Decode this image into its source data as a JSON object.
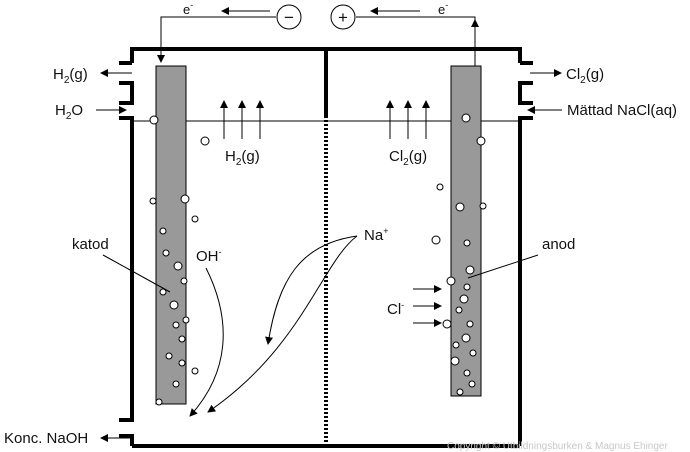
{
  "circuit": {
    "left_electron": "e",
    "left_electron_sup": "-",
    "right_electron": "e",
    "right_electron_sup": "-",
    "minus_sign": "−",
    "plus_sign": "+"
  },
  "labels": {
    "h2_out": {
      "base": "H",
      "sub": "2",
      "rest": "(g)"
    },
    "cl2_out": {
      "base": "Cl",
      "sub": "2",
      "rest": "(g)"
    },
    "water_in": {
      "base": "H",
      "sub": "2",
      "rest": "O"
    },
    "brine_in": "Mättad NaCl(aq)",
    "h2_bubbles": {
      "base": "H",
      "sub": "2",
      "rest": "(g)"
    },
    "cl2_bubbles": {
      "base": "Cl",
      "sub": "2",
      "rest": "(g)"
    },
    "cathode": "katod",
    "anode": "anod",
    "hydroxide": {
      "base": "OH",
      "sup": "-"
    },
    "sodium": {
      "base": "Na",
      "sup": "+"
    },
    "chloride": {
      "base": "Cl",
      "sup": "-"
    },
    "naoh_out": "Konc. NaOH"
  },
  "copyright": "Copyright © Utbildningsburken & Magnus Ehinger",
  "colors": {
    "electrode": "#999999",
    "outline": "#000000",
    "bubble_fill": "#ffffff"
  }
}
